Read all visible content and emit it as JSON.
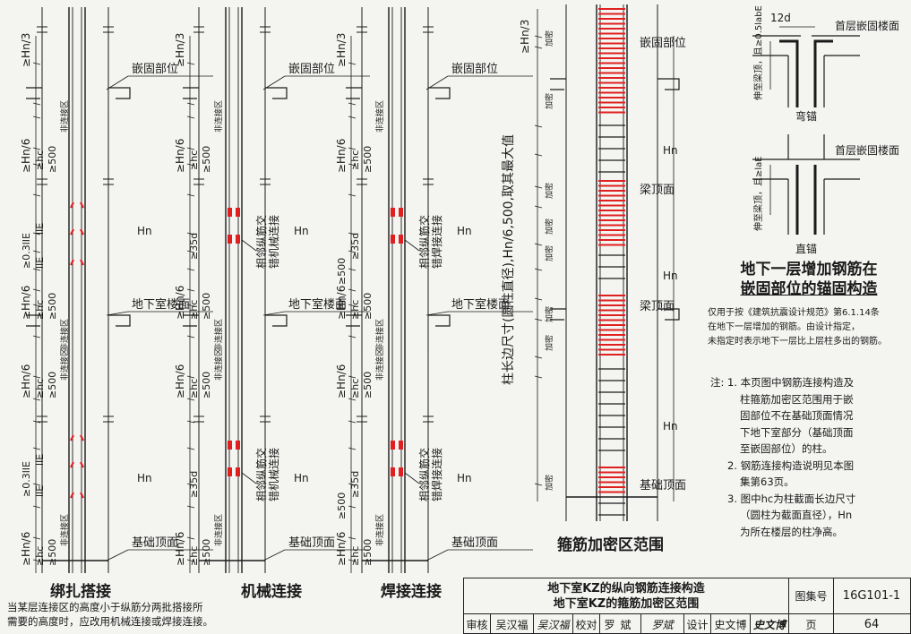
{
  "colors": {
    "rebar_red": "#e02020",
    "line": "#1a1a1a",
    "paper": "#f4f4f1"
  },
  "labels": {
    "hn3": "≥Hn/3",
    "hn6": "≥Hn/6",
    "hc": "≥hc",
    "ge500": "≥500",
    "non_connect": "非连接区",
    "embed": "嵌固部位",
    "basement_floor": "地下室楼面",
    "foundation_top": "基础顶面",
    "beam_top": "梁顶面",
    "hn": "Hn",
    "le03": "≥0.3lIE",
    "lle": "lIE",
    "d35": "≥35d",
    "mech_stagger": "相邻纵筋交错机械连接",
    "weld_stagger": "相邻纵筋交错焊接连接",
    "dense": "加密",
    "col_dim": "柱长边尺寸(圆柱直径),Hn/6,500,取其最大值"
  },
  "captions": {
    "lap": "绑扎搭接",
    "mech": "机械连接",
    "weld": "焊接连接",
    "stirrup": "箍筋加密区范围"
  },
  "left_note": [
    "当某层连接区的高度小于纵筋分两批搭接所",
    "需要的高度时，应改用机械连接或焊接连接。"
  ],
  "anchor": {
    "twelve_d": "12d",
    "top_label": "首层嵌固楼面",
    "vert_label1": "伸至梁顶，且≥0.5labE",
    "bend": "弯锚",
    "vert_label2": "伸至梁顶，且≥lаE",
    "straight": "直锚",
    "heading1": "地下一层增加钢筋在",
    "heading2": "嵌固部位的锚固构造",
    "desc": [
      "仅用于按《建筑抗震设计规范》第6.1.14条",
      "在地下一层增加的钢筋。由设计指定，",
      "未指定时表示地下一层比上层柱多出的钢筋。"
    ]
  },
  "notes": {
    "lead": "注:",
    "items": [
      [
        "1. 本页图中钢筋连接构造及",
        "柱箍筋加密区范围用于嵌",
        "固部位不在基础顶面情况",
        "下地下室部分（基础顶面",
        "至嵌固部位）的柱。"
      ],
      [
        "2. 钢筋连接构造说明见本图",
        "集第63页。"
      ],
      [
        "3. 图中hc为柱截面长边尺寸",
        "（圆柱为截面直径），Hn",
        "为所在楼层的柱净高。"
      ]
    ]
  },
  "title_block": {
    "title1": "地下室KZ的纵向钢筋连接构造",
    "title2": "地下室KZ的箍筋加密区范围",
    "atlas_label": "图集号",
    "atlas_no": "16G101-1",
    "review_label": "审核",
    "reviewer": "吴汉福",
    "reviewer_sig": "吴汉福",
    "check_label": "校对",
    "checker": "罗斌",
    "checker_sig": "罗斌",
    "design_label": "设计",
    "designer": "史文博",
    "designer_sig": "史文博",
    "page_label": "页",
    "page_no": "64"
  }
}
